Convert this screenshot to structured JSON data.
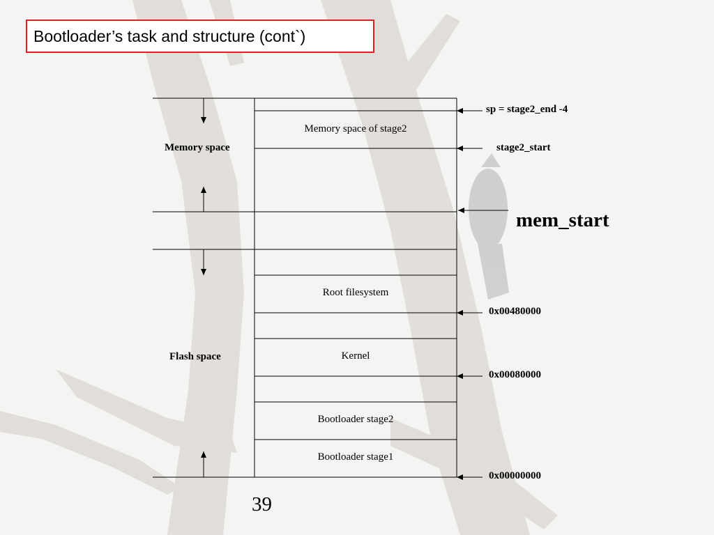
{
  "slide": {
    "title": "Bootloader’s task and structure (cont`)",
    "page_number": "39"
  },
  "diagram": {
    "regions": {
      "memory_space": "Memory space",
      "flash_space": "Flash space"
    },
    "blocks": {
      "stage2_memory": "Memory space of stage2",
      "root_filesystem": "Root filesystem",
      "kernel": "Kernel",
      "bootloader_stage2": "Bootloader stage2",
      "bootloader_stage1": "Bootloader stage1"
    },
    "markers": {
      "sp": "sp = stage2_end -4",
      "stage2_start": "stage2_start",
      "mem_start": "mem_start",
      "addr_rootfs": "0x00480000",
      "addr_kernel": "0x00080000",
      "addr_zero": "0x00000000"
    }
  }
}
